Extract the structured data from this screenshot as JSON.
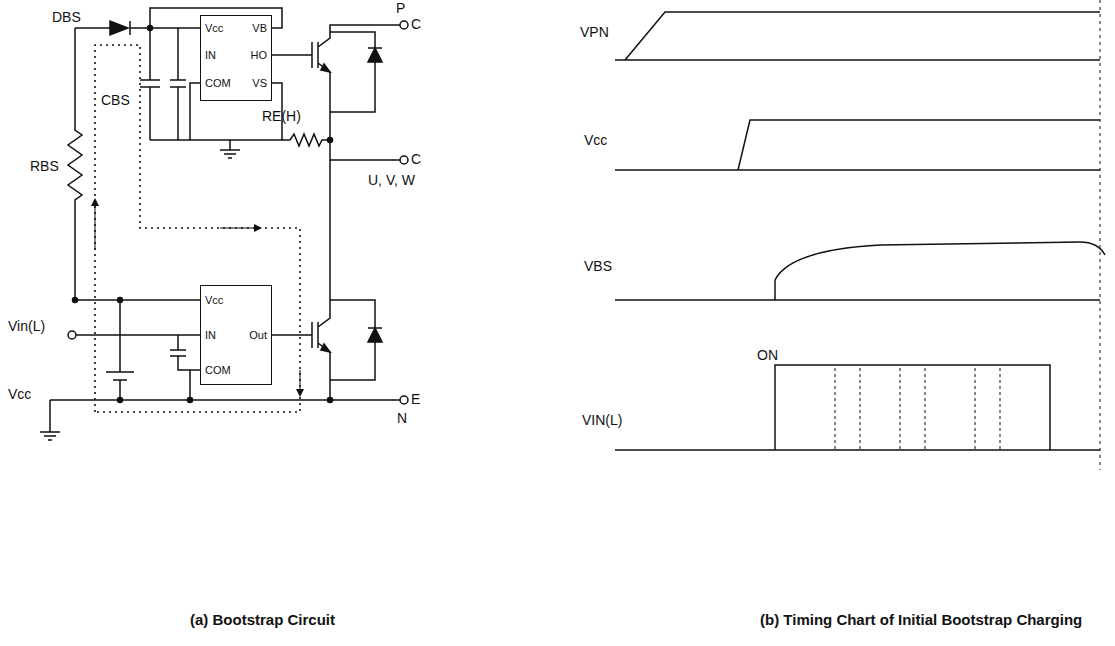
{
  "diagram": {
    "nodes": [
      {
        "text": [
          "Vcc",
          "VB",
          "IN",
          "HO",
          "COM",
          "VS"
        ]
      },
      {
        "text": [
          "Vcc",
          "IN",
          "Out",
          "COM"
        ]
      }
    ],
    "labels": [
      "P",
      "C",
      "DBS",
      "RBS",
      "CBS",
      "RE(H)",
      "C",
      "U, V, W",
      "Vin(L)",
      "Vcc",
      "E",
      "N",
      "(a) Bootstrap Circuit",
      "VPN",
      "Vcc",
      "VBS",
      "ON",
      "VIN(L)",
      "(b) Timing Chart of Initial Bootstrap Charging"
    ]
  }
}
